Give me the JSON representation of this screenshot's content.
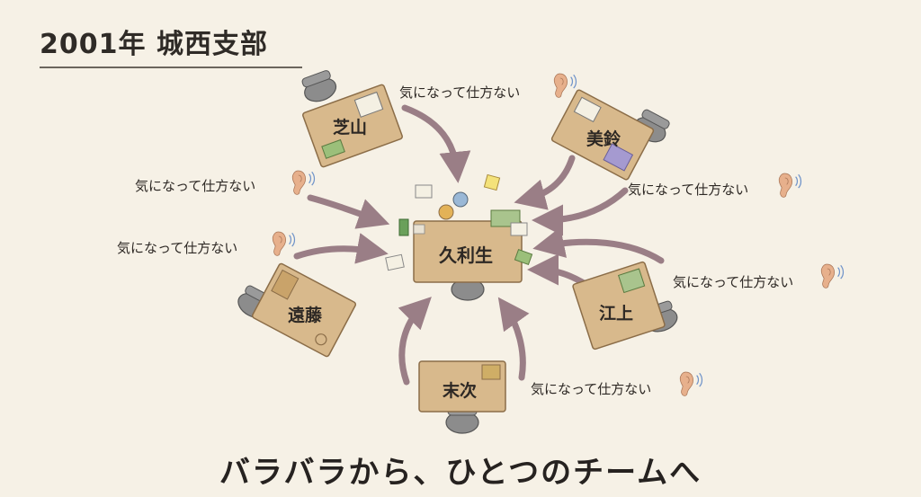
{
  "header": {
    "title": "2001年 城西支部"
  },
  "center_desk": {
    "name": "久利生"
  },
  "desks": [
    {
      "id": "shibayama",
      "name": "芝山"
    },
    {
      "id": "misuzu",
      "name": "美鈴"
    },
    {
      "id": "endo",
      "name": "遠藤"
    },
    {
      "id": "egami",
      "name": "江上"
    },
    {
      "id": "suetsugu",
      "name": "末次"
    }
  ],
  "labels": {
    "top": "気になって仕方ない",
    "left_upper": "気になって仕方ない",
    "left_lower": "気になって仕方ない",
    "right_upper": "気になって仕方ない",
    "right_lower": "気になって仕方ない",
    "bottom_right": "気になって仕方ない"
  },
  "icons": {
    "ear": "ear-icon",
    "arrow": "curved-arrow-icon"
  },
  "colors": {
    "desk": "#d8b98c",
    "desk_edge": "#8b6d48",
    "arrow": "#9a7e86",
    "ear": "#e7b08c",
    "sound_wave": "#6f93c9",
    "background": "#f6f1e6"
  },
  "footer": {
    "headline": "バラバラから、ひとつのチームへ"
  }
}
